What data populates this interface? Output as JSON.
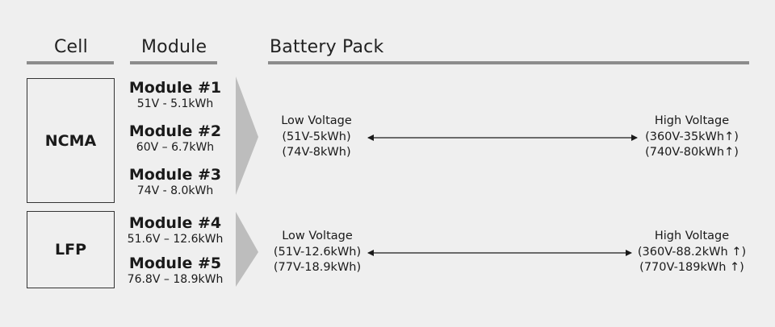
{
  "headers": {
    "cell": "Cell",
    "module": "Module",
    "battery_pack": "Battery Pack"
  },
  "groups": [
    {
      "cell": "NCMA",
      "modules": [
        {
          "name": "Module #1",
          "spec": "51V - 5.1kWh"
        },
        {
          "name": "Module #2",
          "spec": "60V – 6.7kWh"
        },
        {
          "name": "Module #3",
          "spec": "74V - 8.0kWh"
        }
      ],
      "low": {
        "title": "Low Voltage",
        "lines": [
          "(51V-5kWh)",
          "(74V-8kWh)"
        ]
      },
      "high": {
        "title": "High Voltage",
        "lines": [
          "(360V-35kWh↑)",
          "(740V-80kWh↑)"
        ]
      }
    },
    {
      "cell": "LFP",
      "modules": [
        {
          "name": "Module #4",
          "spec": "51.6V – 12.6kWh"
        },
        {
          "name": "Module #5",
          "spec": "76.8V – 18.9kWh"
        }
      ],
      "low": {
        "title": "Low Voltage",
        "lines": [
          "(51V-12.6kWh)",
          "(77V-18.9kWh)"
        ]
      },
      "high": {
        "title": "High Voltage",
        "lines": [
          "(360V-88.2kWh ↑)",
          "(770V-189kWh ↑)"
        ]
      }
    }
  ],
  "colors": {
    "background": "#efefef",
    "rule": "#8c8c8c",
    "chevron": "#bdbdbd",
    "text": "#1a1a1a"
  }
}
